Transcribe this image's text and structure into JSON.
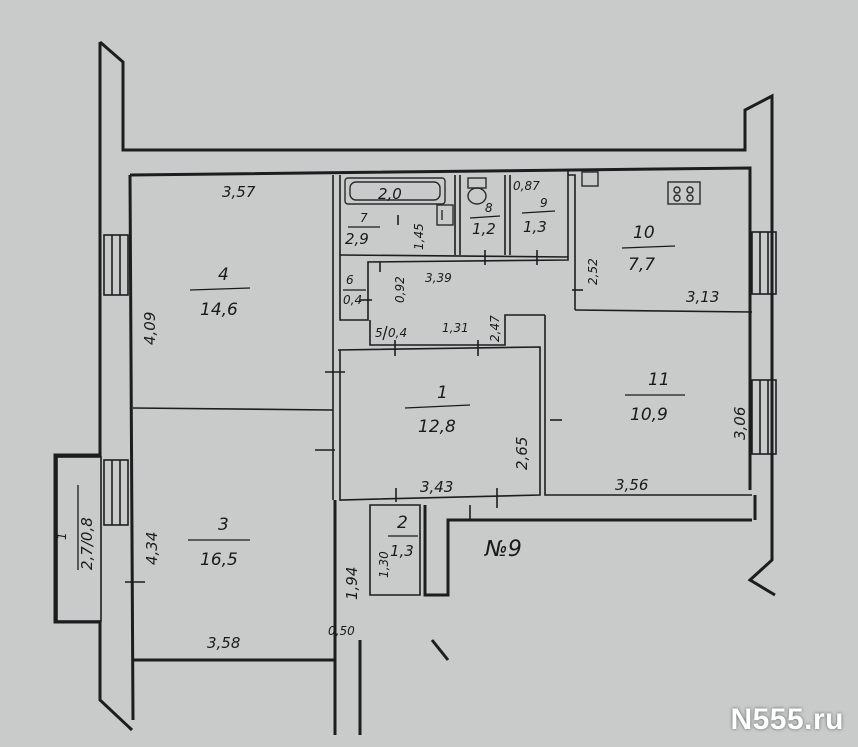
{
  "rooms": [
    {
      "id": "1",
      "area": "12,8"
    },
    {
      "id": "2",
      "area": "1,3"
    },
    {
      "id": "3",
      "area": "16,5"
    },
    {
      "id": "4",
      "area": "14,6"
    },
    {
      "id": "5",
      "area": "0,4"
    },
    {
      "id": "6",
      "area": "0,4"
    },
    {
      "id": "7",
      "area": "2,9"
    },
    {
      "id": "8",
      "area": "1,2"
    },
    {
      "id": "9",
      "area": "1,3"
    },
    {
      "id": "10",
      "area": "7,7"
    },
    {
      "id": "11",
      "area": "10,9"
    }
  ],
  "balcony": {
    "id": "1",
    "area": "2,7/0,8"
  },
  "dimensions": [
    "3,57",
    "4,09",
    "4,34",
    "3,58",
    "1,94",
    "0,50",
    "2,0",
    "1,45",
    "0,87",
    "2,52",
    "3,39",
    "0,92",
    "1,31",
    "2,47",
    "3,13",
    "3,06",
    "2,65",
    "3,43",
    "3,56",
    "1,30"
  ],
  "apartment_number": "№9",
  "watermark": "N555.ru"
}
